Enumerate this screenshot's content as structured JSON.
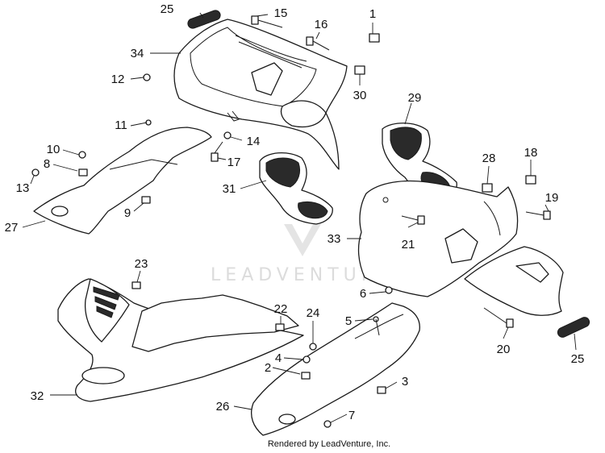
{
  "watermark": {
    "text": "LEADVENTURE"
  },
  "credit": {
    "text": "Rendered by LeadVenture, Inc."
  },
  "callouts": [
    {
      "id": "c1",
      "label": "1"
    },
    {
      "id": "c2",
      "label": "2"
    },
    {
      "id": "c3",
      "label": "3"
    },
    {
      "id": "c4",
      "label": "4"
    },
    {
      "id": "c5",
      "label": "5"
    },
    {
      "id": "c6",
      "label": "6"
    },
    {
      "id": "c7",
      "label": "7"
    },
    {
      "id": "c8",
      "label": "8"
    },
    {
      "id": "c9",
      "label": "9"
    },
    {
      "id": "c10",
      "label": "10"
    },
    {
      "id": "c11",
      "label": "11"
    },
    {
      "id": "c12",
      "label": "12"
    },
    {
      "id": "c13",
      "label": "13"
    },
    {
      "id": "c14",
      "label": "14"
    },
    {
      "id": "c15",
      "label": "15"
    },
    {
      "id": "c16",
      "label": "16"
    },
    {
      "id": "c17",
      "label": "17"
    },
    {
      "id": "c18",
      "label": "18"
    },
    {
      "id": "c19",
      "label": "19"
    },
    {
      "id": "c20",
      "label": "20"
    },
    {
      "id": "c21",
      "label": "21"
    },
    {
      "id": "c22",
      "label": "22"
    },
    {
      "id": "c23",
      "label": "23"
    },
    {
      "id": "c24",
      "label": "24"
    },
    {
      "id": "c25a",
      "label": "25"
    },
    {
      "id": "c25b",
      "label": "25"
    },
    {
      "id": "c26",
      "label": "26"
    },
    {
      "id": "c27",
      "label": "27"
    },
    {
      "id": "c28",
      "label": "28"
    },
    {
      "id": "c29",
      "label": "29"
    },
    {
      "id": "c30",
      "label": "30"
    },
    {
      "id": "c31",
      "label": "31"
    },
    {
      "id": "c32",
      "label": "32"
    },
    {
      "id": "c33",
      "label": "33"
    },
    {
      "id": "c34",
      "label": "34"
    }
  ]
}
